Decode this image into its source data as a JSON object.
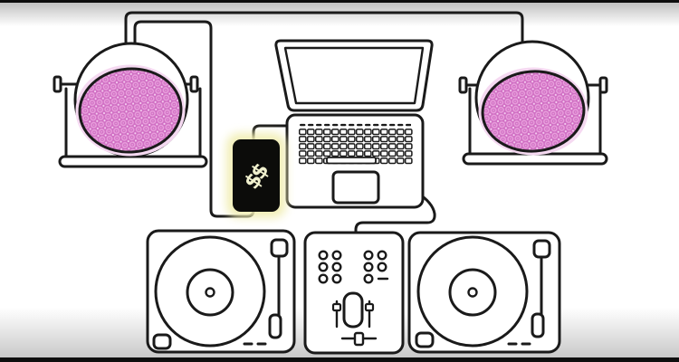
{
  "illustration": {
    "money_label": "$$",
    "components": [
      "stage-light-left",
      "stage-light-right",
      "laptop",
      "payment-phone",
      "dj-mixer",
      "turntable-left",
      "turntable-right",
      "cables"
    ]
  },
  "colors": {
    "line": "#1a1a1a",
    "background": "#ffffff",
    "letterbox": "#0e0e0e",
    "lens_base_pink": "#d06fc3",
    "lens_ring_pink": "#e9a0dd",
    "lens_sparkle_pink": "#f5cdf0",
    "lens_halo_pink": "#f5d9f1",
    "phone_body": "#0c0c0a",
    "phone_glow": "#f1eeb4",
    "money_text": "#f0f0cd"
  }
}
